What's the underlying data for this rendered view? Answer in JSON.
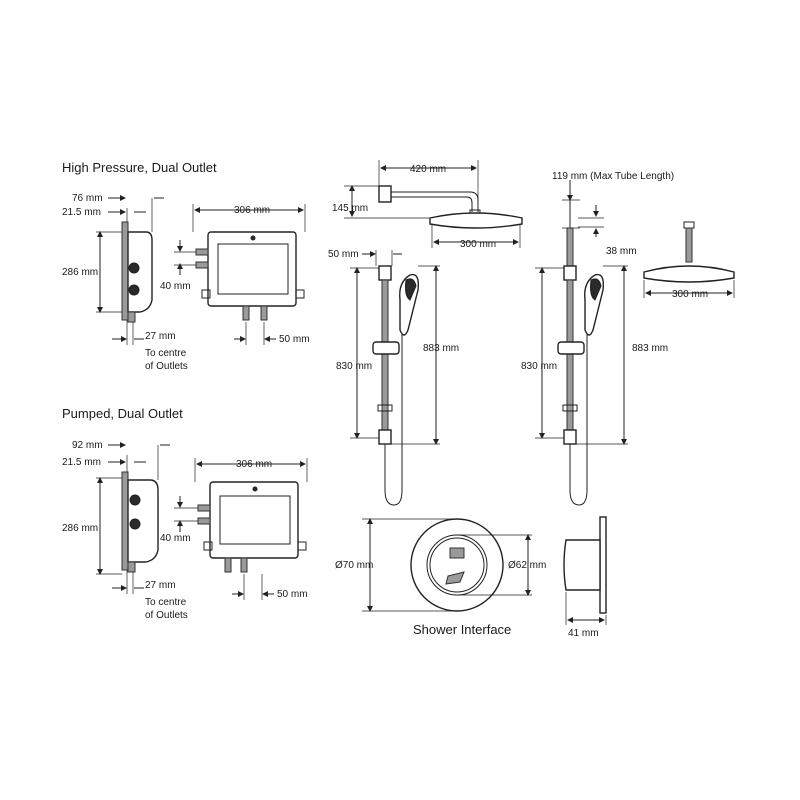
{
  "sections": {
    "high_pressure": "High Pressure, Dual Outlet",
    "pumped": "Pumped, Dual Outlet",
    "interface": "Shower Interface"
  },
  "dims": {
    "hp_76": "76 mm",
    "hp_21_5": "21.5 mm",
    "hp_286": "286 mm",
    "hp_27": "27 mm",
    "hp_to_centre": "To centre",
    "hp_of_outlets": "of Outlets",
    "hp_306": "306 mm",
    "hp_40": "40 mm",
    "hp_50": "50 mm",
    "pu_92": "92 mm",
    "pu_21_5": "21.5 mm",
    "pu_286": "286 mm",
    "pu_27": "27 mm",
    "pu_to_centre": "To centre",
    "pu_of_outlets": "of Outlets",
    "pu_306": "306 mm",
    "pu_40": "40 mm",
    "pu_50": "50 mm",
    "wall_420": "420 mm",
    "wall_145": "145 mm",
    "wall_300": "300 mm",
    "rail_50": "50 mm",
    "rail_830": "830 mm",
    "rail_883": "883 mm",
    "ceil_119": "119 mm (Max Tube Length)",
    "ceil_38": "38 mm",
    "ceil_300": "300 mm",
    "ceil_830": "830 mm",
    "ceil_883": "883 mm",
    "iface_70": "Ø70 mm",
    "iface_62": "Ø62 mm",
    "iface_41": "41 mm"
  }
}
